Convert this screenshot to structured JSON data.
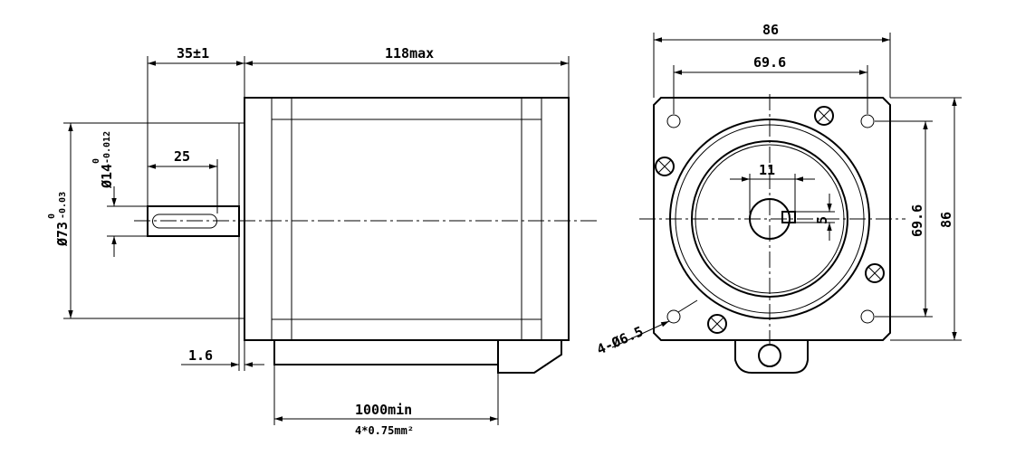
{
  "side_view": {
    "shaft_extension": "35±1",
    "body_length": "118max",
    "key_length": "25",
    "shaft_diameter": "Ø14",
    "shaft_tol_upper": "0",
    "shaft_tol_lower": "-0.012",
    "pilot_diameter": "Ø73",
    "pilot_tol_upper": "0",
    "pilot_tol_lower": "-0.03",
    "flange_thickness": "1.6",
    "lead_length": "1000min",
    "lead_spec": "4*0.75mm²"
  },
  "front_view": {
    "flange_width": "86",
    "hole_spacing_x": "69.6",
    "hole_spacing_y": "69.6",
    "flange_height": "86",
    "key_width": "11",
    "key_height": "5",
    "mount_holes": "4-Ø6.5"
  }
}
